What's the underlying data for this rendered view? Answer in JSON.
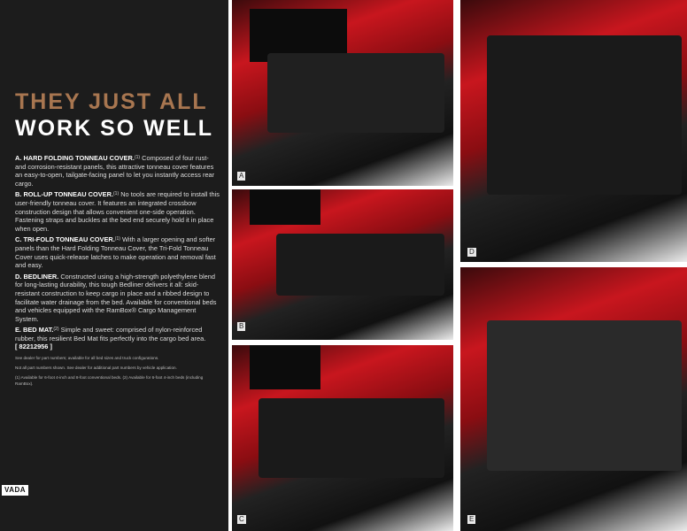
{
  "heading": {
    "line1": "THEY JUST ALL",
    "line2": "WORK SO WELL"
  },
  "items": [
    {
      "title": "A. HARD FOLDING TONNEAU COVER.",
      "sup": "(1)",
      "text": " Composed of four rust- and corrosion-resistant panels, this attractive tonneau cover features an easy-to-open, tailgate-facing panel to let you instantly access rear cargo."
    },
    {
      "title": "B. ROLL-UP TONNEAU COVER.",
      "sup": "(1)",
      "text": " No tools are required to install this user-friendly tonneau cover. It features an integrated crossbow construction design that allows convenient one-side operation. Fastening straps and buckles at the bed end securely hold it in place when open."
    },
    {
      "title": "C. TRI-FOLD TONNEAU COVER.",
      "sup": "(1)",
      "text": " With a larger opening and softer panels than the Hard Folding Tonneau Cover, the Tri-Fold Tonneau Cover uses quick-release latches to make operation and removal fast and easy."
    },
    {
      "title": "D. BEDLINER.",
      "sup": "",
      "text": " Constructed using a high-strength polyethylene blend for long-lasting durability, this tough Bedliner delivers it all: skid-resistant construction to keep cargo in place and a ribbed design to facilitate water drainage from the bed. Available for conventional beds and vehicles equipped with the RamBox® Cargo Management System."
    },
    {
      "title": "E. BED MAT.",
      "sup": "(2)",
      "text": " Simple and sweet: comprised of nylon-reinforced rubber, this resilient Bed Mat fits perfectly into the cargo bed area."
    }
  ],
  "part_number": "[ 82212956 ]",
  "footnotes": [
    "See dealer for part numbers; available for all bed sizes and truck configurations.",
    "Not all part numbers shown. See dealer for additional part numbers by vehicle application.",
    "(1) Available for 6-foot 4-inch and 8-foot conventional beds. (2) Available for 6-foot 4-inch beds (including RamBox)."
  ],
  "logo": "VADA",
  "photo_labels": [
    "A",
    "B",
    "C",
    "D",
    "E"
  ]
}
